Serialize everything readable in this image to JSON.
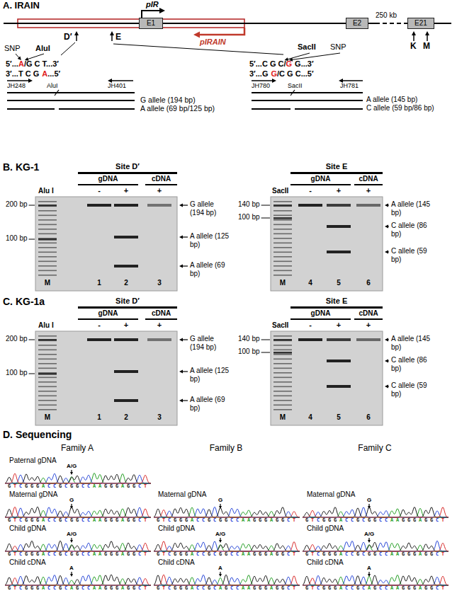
{
  "diagram": {
    "nodes": [
      {
        "text": [
          "E1"
        ]
      },
      {
        "text": [
          "E2"
        ]
      },
      {
        "text": [
          "E21"
        ]
      }
    ],
    "edges": [
      {
        "from": 0,
        "to": 1,
        "arrow": "none"
      },
      {
        "from": 1,
        "to": 2,
        "arrow": "none"
      }
    ],
    "labels": [
      "A. IRAIN",
      "pIR",
      "pIRAIN",
      "250 kb",
      "D′",
      "E",
      "K",
      "M",
      "SNP",
      "AluI",
      "SacII",
      "SNP",
      "5′...",
      "A",
      "/G C T...3′",
      "3′...T C G",
      "A",
      "...5′",
      "5′...C G C/",
      "G",
      "G...3′",
      "3′...G",
      "G",
      "/C G C...5′",
      "JH248",
      "AluI",
      "JH401",
      "G allele (194 bp)",
      "A allele (69 bp/125 bp)",
      "JH780",
      "SacII",
      "JH781",
      "A allele (145 bp)",
      "C allele (59 bp/86 bp)",
      "B. KG-1",
      "Site D′",
      "gDNA",
      "cDNA",
      "Alu I",
      "-",
      "+",
      "+",
      "200 bp",
      "100 bp",
      "M",
      "1",
      "2",
      "3",
      "G allele (194 bp)",
      "A allele (125 bp)",
      "A allele (69 bp)",
      "Site E",
      "gDNA",
      "cDNA",
      "SacII",
      "-",
      "+",
      "+",
      "140 bp",
      "100 bp",
      "M",
      "4",
      "5",
      "6",
      "A allele (145 bp)",
      "C allele (86 bp)",
      "C allele (59 bp)",
      "C. KG-1a",
      "Site D′",
      "gDNA",
      "cDNA",
      "Alu I",
      "-",
      "+",
      "+",
      "200 bp",
      "100 bp",
      "M",
      "1",
      "2",
      "3",
      "G allele (194 bp)",
      "A allele (125 bp)",
      "A allele (69 bp)",
      "Site E",
      "gDNA",
      "cDNA",
      "SacII",
      "-",
      "+",
      "+",
      "140 bp",
      "100 bp",
      "M",
      "4",
      "5",
      "6",
      "A allele (145 bp)",
      "C allele (86 bp)",
      "C allele (59 bp)",
      "D. Sequencing",
      "Family A",
      "Family B",
      "Family C",
      "Paternal gDNA",
      "A/G",
      "GTCGGGACCGCGGCCAAGGGAGGCT",
      "Maternal gDNA",
      "G",
      "GTCGGGACCGCGGCCAAGGGAGGCT",
      "Child gDNA",
      "A/G",
      "GTCGGGACCGCGGCCAAGGGAGGCT",
      "Child cDNA",
      "A",
      "GTCGGGACCGCAGCCAAGGGAGGCT",
      "Maternal gDNA",
      "G",
      "GTCGGGACCGCGGCCAAGGGAGGCT",
      "Child gDNA",
      "A/G",
      "GTCGGGACCGCGGCCAAGGGAGGCT",
      "Child cDNA",
      "A",
      "GTCGGGACCGCAGCCAAGGGAGGCT",
      "Maternal gDNA",
      "G",
      "GTCGGGACCGCGGCCAAGGGAGGCT",
      "Child gDNA",
      "A/G",
      "GTCGGGACCGCGGCCAAGGGAGGCT",
      "Child cDNA",
      "A",
      "GTCGGGACCGCAGCCAAGGGAGGCT"
    ]
  }
}
